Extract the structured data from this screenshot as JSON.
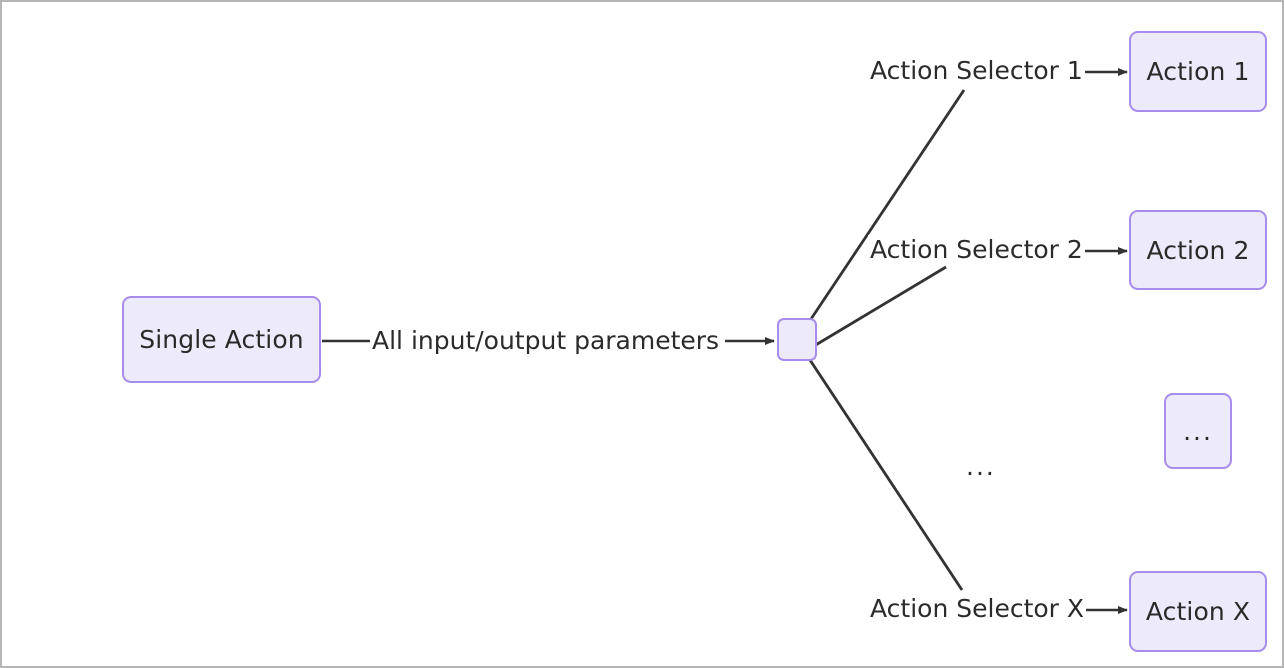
{
  "diagram": {
    "type": "flowchart",
    "direction": "left-to-right",
    "background_color": "#ffffff",
    "border_color": "#b5b5b5",
    "node_fill_color": "#ECEAFB",
    "node_stroke_color": "#A78CEB",
    "edge_color": "#333333",
    "text_color": "#2b2b2b",
    "nodes": {
      "single_action": "Single Action",
      "hub": "",
      "action_1": "Action 1",
      "action_2": "Action 2",
      "action_ellipsis": "...",
      "action_x": "Action X"
    },
    "edge_labels": {
      "main_flow": "All input/output parameters",
      "selector_1": "Action Selector 1",
      "selector_2": "Action Selector 2",
      "selector_x": "Action Selector X",
      "vertical_ellipsis": "..."
    }
  }
}
